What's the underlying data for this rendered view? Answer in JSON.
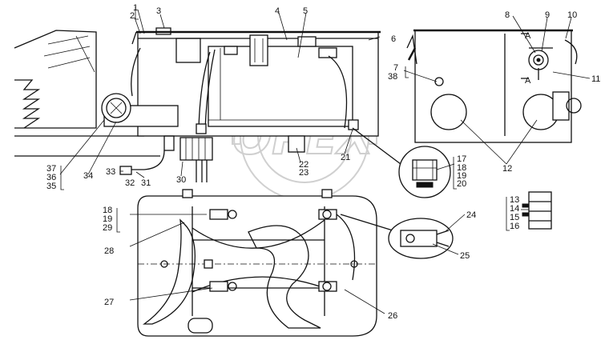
{
  "watermark": {
    "brand": "OPEX"
  },
  "callouts": {
    "c1": "1",
    "c2": "2",
    "c3": "3",
    "c4": "4",
    "c5": "5",
    "c6": "6",
    "c7": "7",
    "c38": "38",
    "c8": "8",
    "c9": "9",
    "c10": "10",
    "c11": "11",
    "cA1": "A",
    "cA2": "A",
    "c12": "12",
    "c17": "17",
    "c18b": "18",
    "c19b": "19",
    "c20": "20",
    "c21": "21",
    "c22": "22",
    "c23": "23",
    "c37": "37",
    "c36": "36",
    "c35": "35",
    "c34": "34",
    "c33": "33",
    "c32": "32",
    "c31": "31",
    "c30": "30",
    "c18": "18",
    "c19": "19",
    "c29": "29",
    "c28": "28",
    "c27": "27",
    "c24": "24",
    "c25": "25",
    "c26": "26",
    "c13": "13",
    "c14": "14",
    "c15": "15",
    "c16": "16"
  }
}
